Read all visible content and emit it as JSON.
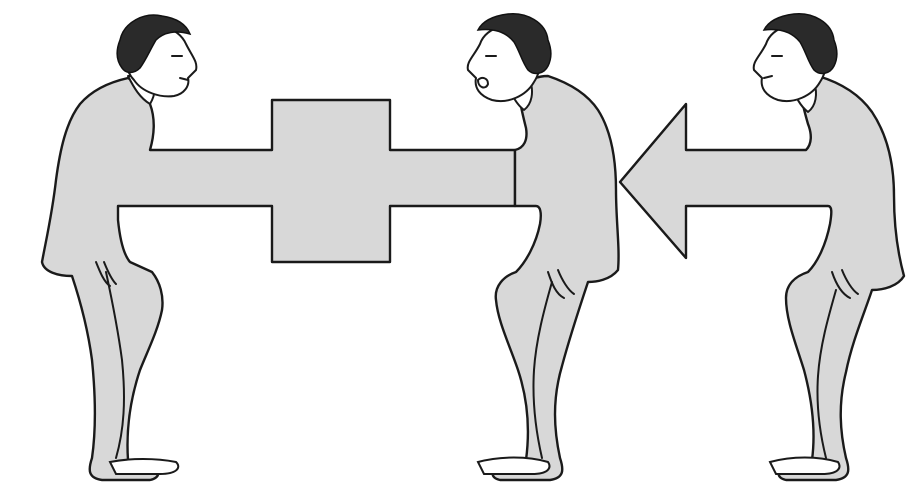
{
  "scene": {
    "figures": [
      {
        "id": "left",
        "facing": "right"
      },
      {
        "id": "middle",
        "facing": "left"
      },
      {
        "id": "right",
        "facing": "left"
      }
    ],
    "shapes": [
      {
        "kind": "cross-block",
        "carried_by": [
          "left",
          "middle"
        ]
      },
      {
        "kind": "arrow",
        "direction": "left",
        "carried_by": [
          "right"
        ]
      }
    ]
  },
  "colors": {
    "fill": "#d8d8d8",
    "outline": "#1a1a1a",
    "hair": "#2a2a2a",
    "background": "#ffffff"
  }
}
